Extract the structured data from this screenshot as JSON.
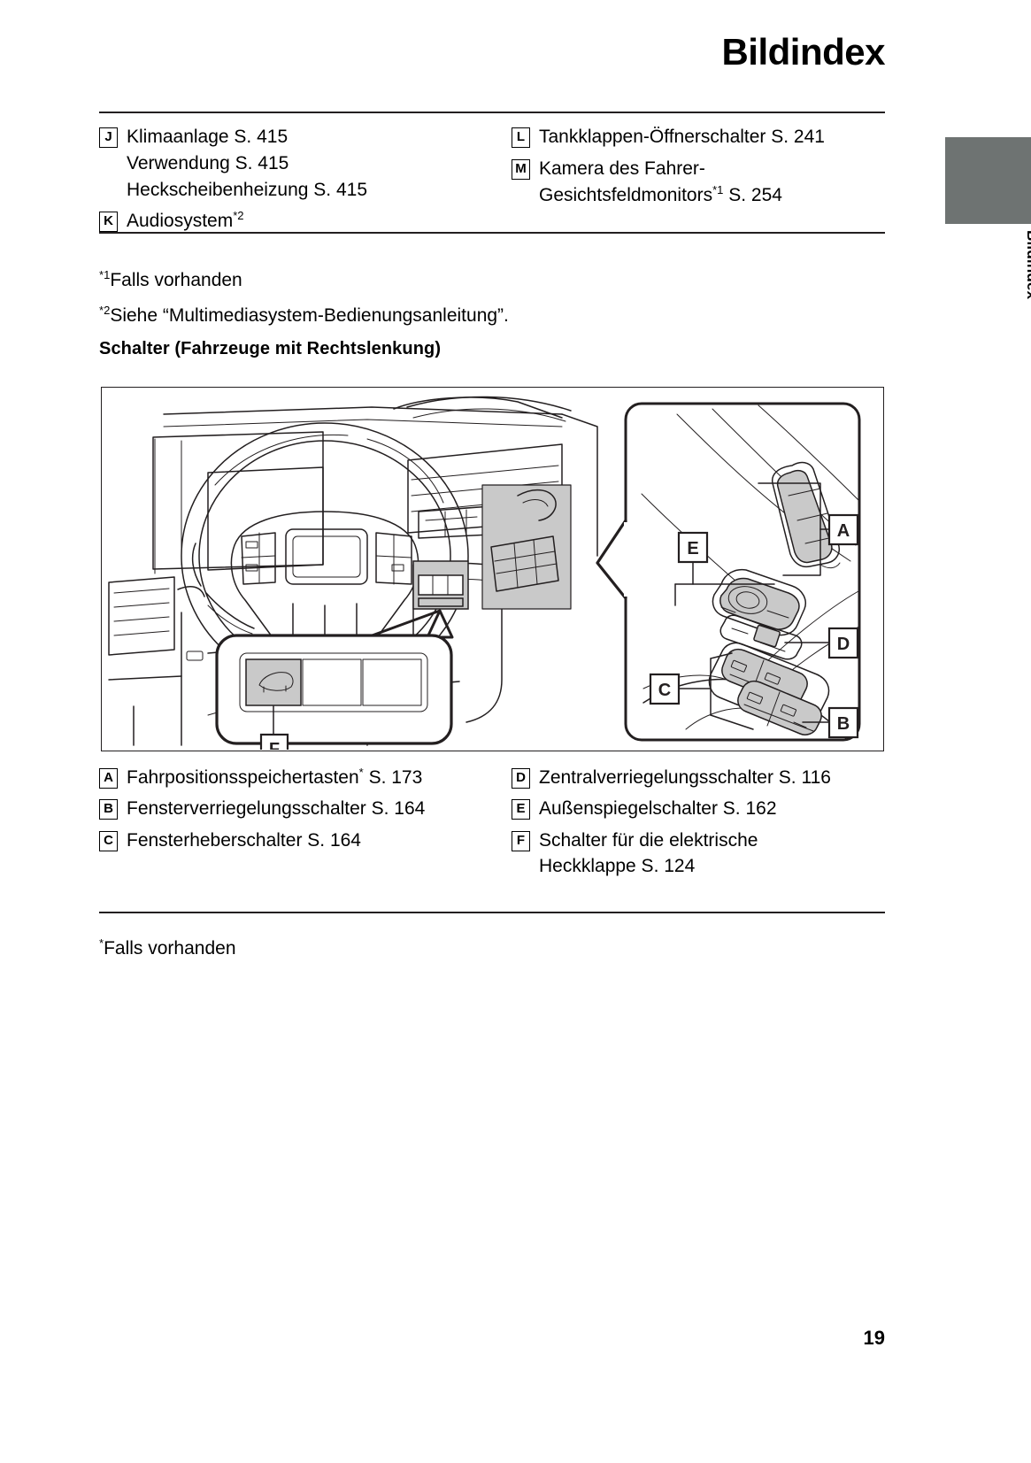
{
  "header": {
    "title": "Bildindex"
  },
  "side_tab": {
    "label": "Bildindex",
    "block_color": "#6e7372"
  },
  "index_top": {
    "left_items": [
      {
        "badge": "J",
        "text": "Klimaanlage S. 415",
        "sublines": [
          "Verwendung S. 415",
          "Heckscheibenheizung S. 415"
        ]
      },
      {
        "badge": "K",
        "text": "Audiosystem",
        "footnote": "*2",
        "sublines": []
      }
    ],
    "right_items": [
      {
        "badge": "L",
        "text": "Tankklappen-Öffnerschalter S. 241",
        "sublines": []
      },
      {
        "badge": "M",
        "text_part1": "Kamera des Fahrer-",
        "text_part2": "Gesichtsfeldmonitors",
        "footnote": "*1",
        "text_part3": " S. 254",
        "sublines": []
      }
    ]
  },
  "footnotes": {
    "fn1_marker": "*1",
    "fn1_text": "Falls vorhanden",
    "fn2_marker": "*2",
    "fn2_text": "Siehe “Multimediasystem-Bedienungsanleitung”."
  },
  "subheading": "Schalter (Fahrzeuge mit Rechtslenkung)",
  "figure": {
    "callouts": [
      "A",
      "B",
      "C",
      "D",
      "E",
      "F"
    ],
    "shade_color": "#c9c9c9",
    "line_color": "#231f20"
  },
  "legend": {
    "left_items": [
      {
        "badge": "A",
        "text": "Fahrpositionsspeichertasten",
        "footnote": "*",
        "tail": " S. 173"
      },
      {
        "badge": "B",
        "text": "Fensterverriegelungsschalter S. 164",
        "footnote": "",
        "tail": ""
      },
      {
        "badge": "C",
        "text": "Fensterheberschalter S. 164",
        "footnote": "",
        "tail": ""
      }
    ],
    "right_items": [
      {
        "badge": "D",
        "text": "Zentralverriegelungsschalter S. 116",
        "footnote": "",
        "tail": ""
      },
      {
        "badge": "E",
        "text": "Außenspiegelschalter S. 162",
        "footnote": "",
        "tail": ""
      },
      {
        "badge": "F",
        "text": "Schalter für die elektrische",
        "footnote": "",
        "tail": "",
        "subline": "Heckklappe S. 124"
      }
    ]
  },
  "bottom_note": {
    "marker": "*",
    "text": "Falls vorhanden"
  },
  "page_number": "19"
}
